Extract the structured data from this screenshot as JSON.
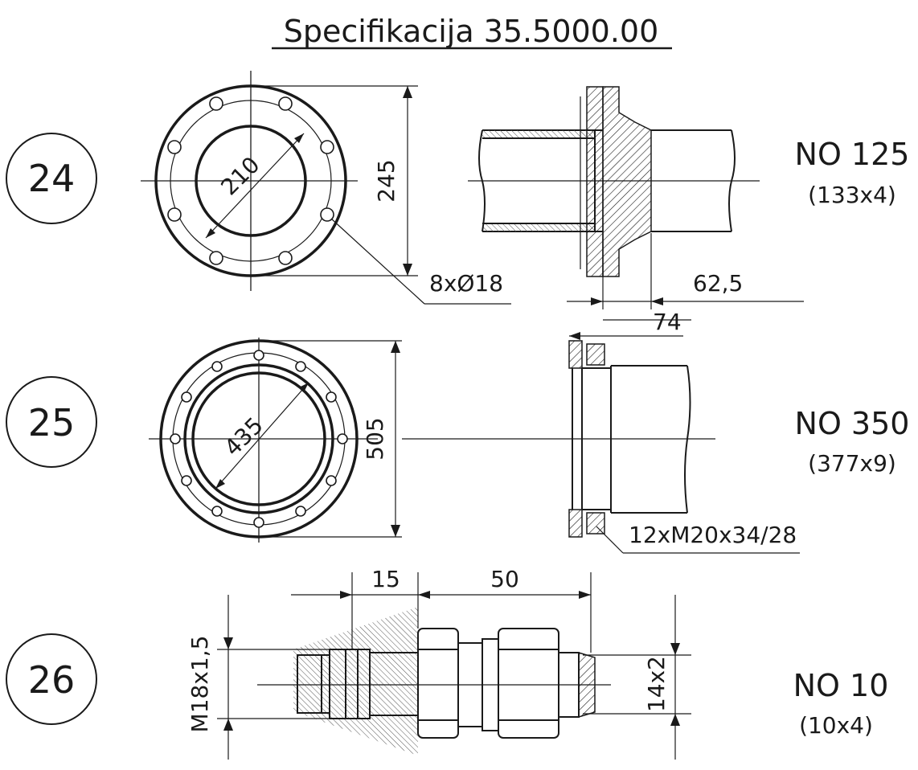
{
  "title": "Specifikacija 35.5000.00",
  "rows": [
    {
      "number": "24",
      "nominal": "NO 125",
      "size": "(133x4)",
      "dim_inner_dia": "210",
      "dim_outer_dia": "245",
      "dim_holes": "8xØ18",
      "dim_len_a": "62,5",
      "dim_len_b": "74"
    },
    {
      "number": "25",
      "nominal": "NO 350",
      "size": "(377x9)",
      "dim_inner_dia": "435",
      "dim_outer_dia": "505",
      "dim_threads": "12xM20x34/28"
    },
    {
      "number": "26",
      "nominal": "NO 10",
      "size": "(10x4)",
      "dim_len_a": "15",
      "dim_len_b": "50",
      "dim_thread": "M18x1,5",
      "dim_tube": "14x2"
    }
  ]
}
